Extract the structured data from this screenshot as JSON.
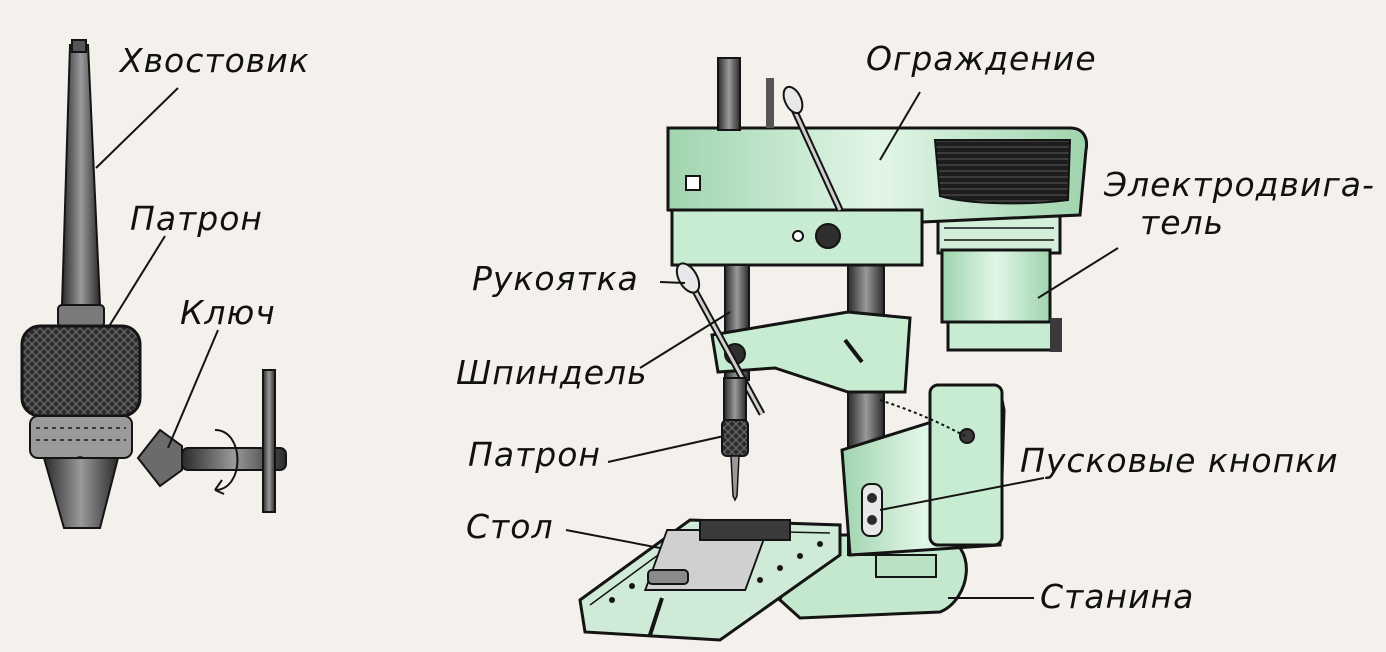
{
  "labels": {
    "shank": "Хвостовик",
    "chuck_left": "Патрон",
    "key": "Ключ",
    "guard": "Ограждение",
    "motor_line1": "Электродвига-",
    "motor_line2": "тель",
    "handle": "Рукоятка",
    "spindle": "Шпиндель",
    "chuck_right": "Патрон",
    "start_buttons": "Пусковые  кнопки",
    "table": "Стол",
    "frame": "Станина"
  },
  "colors": {
    "background": "#f4f1ec",
    "machine_green": "#b9e2c4",
    "machine_green_light": "#d6f0dc",
    "outline": "#141414",
    "metal_dark": "#3a3a3a",
    "metal_mid": "#8f8f8f"
  }
}
